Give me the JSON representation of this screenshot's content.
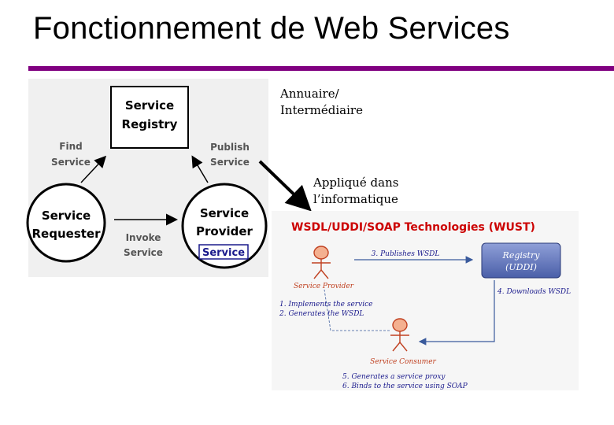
{
  "slide": {
    "title": "Fonctionnement de Web Services",
    "accent_color": "#800080"
  },
  "left_diagram": {
    "registry_line1": "Service",
    "registry_line2": "Registry",
    "requester_line1": "Service",
    "requester_line2": "Requester",
    "provider_line1": "Service",
    "provider_line2": "Provider",
    "provider_service_box": "Service",
    "find_line1": "Find",
    "find_line2": "Service",
    "publish_line1": "Publish",
    "publish_line2": "Service",
    "invoke_line1": "Invoke",
    "invoke_line2": "Service"
  },
  "annotations": {
    "annuaire_line1": "Annuaire/",
    "annuaire_line2": "Intermédiaire",
    "applique_line1": "Appliqué dans",
    "applique_line2": "l’informatique"
  },
  "right_diagram": {
    "title": "WSDL/UDDI/SOAP Technologies (WUST)",
    "publishes": "3. Publishes WSDL",
    "registry_line1": "Registry",
    "registry_line2": "(UDDI)",
    "downloads": "4. Downloads WSDL",
    "provider_label": "Service Provider",
    "step1": "1. Implements the service",
    "step2": "2. Generates the WSDL",
    "consumer_label": "Service Consumer",
    "step5": "5. Generates a service proxy",
    "step6": "6. Binds to the service using SOAP",
    "title_color": "#cc0000",
    "step_color": "#1a1a8c"
  }
}
